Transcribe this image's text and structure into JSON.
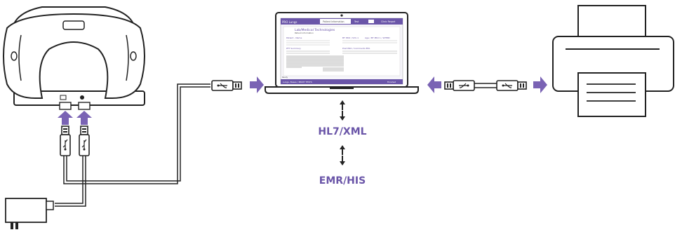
{
  "labels": {
    "protocol": "HL7/XML",
    "system": "EMR/HIS"
  },
  "screen": {
    "app_title": "PRO Lungs",
    "tab_active": "Patient Information",
    "tab_next": "Test",
    "tab_right": "Clinic Report",
    "report_title": "Lab/Medical Technologies",
    "report_subtitle": "Patient information",
    "section1": "Patient - Name",
    "section2": "BT PRO / SVC-1",
    "section3": "Age / BT PRO 1 / WHMD",
    "section4": "PFT Summary",
    "section5": "Post PRO / Comments BTA",
    "status": "Ready",
    "statusbar_text": "Lungs, Bases / PRINT TESTS",
    "statusbar_right": "Finished"
  },
  "colors": {
    "accent": "#6a55a8",
    "line": "#222222",
    "arrow": "#7a63b4"
  },
  "icons": [
    "usb-plug-icon",
    "usb-symbol-icon",
    "laptop-icon",
    "printer-icon",
    "cradle-device-icon",
    "power-adapter-icon",
    "double-arrow-icon"
  ]
}
